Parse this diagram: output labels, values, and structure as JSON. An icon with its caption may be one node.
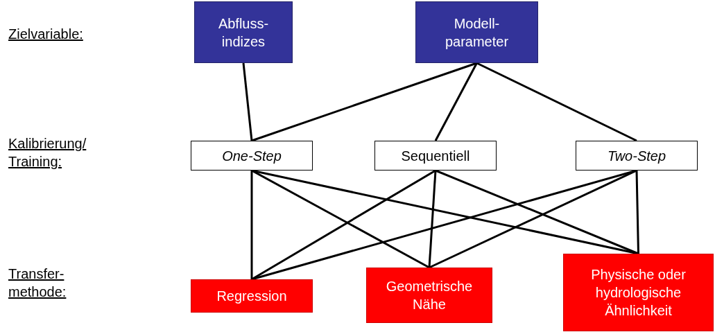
{
  "diagram": {
    "nodes": [
      {
        "text": [
          "Abfluss- indizes"
        ]
      },
      {
        "text": [
          "Modell- parameter"
        ]
      },
      {
        "text": [
          "One-Step"
        ]
      },
      {
        "text": [
          "Sequentiell"
        ]
      },
      {
        "text": [
          "Two-Step"
        ]
      },
      {
        "text": [
          "Regression"
        ]
      },
      {
        "text": [
          "Geometrische Nähe"
        ]
      },
      {
        "text": [
          "Physische oder hydrologische Ähnlichkeit"
        ]
      }
    ],
    "edges": [
      {
        "from": 0,
        "to": 2,
        "arrow": "none"
      },
      {
        "from": 1,
        "to": 2,
        "arrow": "none"
      },
      {
        "from": 1,
        "to": 3,
        "arrow": "none"
      },
      {
        "from": 1,
        "to": 4,
        "arrow": "none"
      },
      {
        "from": 2,
        "to": 5,
        "arrow": "none"
      },
      {
        "from": 2,
        "to": 6,
        "arrow": "none"
      },
      {
        "from": 2,
        "to": 7,
        "arrow": "none"
      },
      {
        "from": 3,
        "to": 5,
        "arrow": "none"
      },
      {
        "from": 3,
        "to": 6,
        "arrow": "none"
      },
      {
        "from": 3,
        "to": 7,
        "arrow": "none"
      },
      {
        "from": 4,
        "to": 5,
        "arrow": "none"
      },
      {
        "from": 4,
        "to": 6,
        "arrow": "none"
      },
      {
        "from": 4,
        "to": 7,
        "arrow": "none"
      }
    ],
    "labels": [
      "Zielvariable:",
      "Kalibrierung/ Training:",
      "Transfer- methode:"
    ]
  }
}
